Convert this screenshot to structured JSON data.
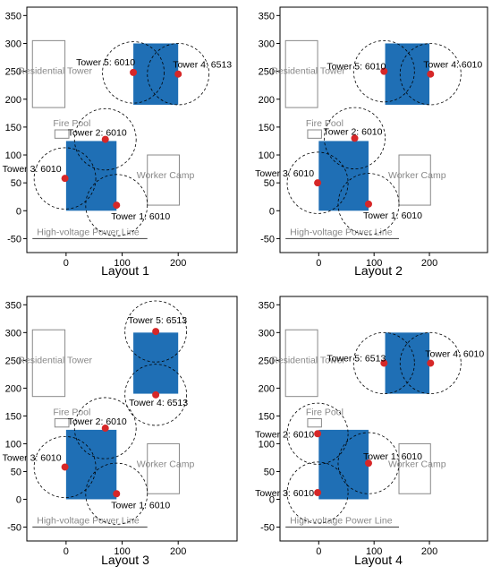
{
  "chart_data": {
    "type": "diagram",
    "x_ticks": [
      0,
      100,
      200
    ],
    "y_ticks": [
      -50,
      0,
      50,
      100,
      150,
      200,
      250,
      300,
      350
    ],
    "colors": {
      "building": "#1f6fb5",
      "tower": "#d62728",
      "coverage": "#000000",
      "feature_outline": "#888888",
      "power_line": "#555555"
    },
    "layouts": [
      {
        "title": "Layout 1",
        "buildings": [
          {
            "x": [
              0,
              90
            ],
            "y": [
              0,
              125
            ]
          },
          {
            "x": [
              120,
              200
            ],
            "y": [
              190,
              300
            ]
          }
        ],
        "towers": [
          {
            "label": "Tower 1: 6010",
            "x": 90,
            "y": 10,
            "radius": 50
          },
          {
            "label": "Tower 2: 6010",
            "x": 70,
            "y": 128,
            "radius": 50
          },
          {
            "label": "Tower 3: 6010",
            "x": -2,
            "y": 58,
            "radius": 50
          },
          {
            "label": "Tower 4: 6513",
            "x": 200,
            "y": 245,
            "radius": 50
          },
          {
            "label": "Tower 5: 6010",
            "x": 120,
            "y": 248,
            "radius": 50
          }
        ]
      },
      {
        "title": "Layout 2",
        "buildings": [
          {
            "x": [
              0,
              90
            ],
            "y": [
              0,
              125
            ]
          },
          {
            "x": [
              120,
              200
            ],
            "y": [
              190,
              300
            ]
          }
        ],
        "towers": [
          {
            "label": "Tower 1: 6010",
            "x": 90,
            "y": 12,
            "radius": 50
          },
          {
            "label": "Tower 2: 6010",
            "x": 65,
            "y": 130,
            "radius": 50
          },
          {
            "label": "Tower 3: 6010",
            "x": -2,
            "y": 50,
            "radius": 50
          },
          {
            "label": "Tower 4: 6010",
            "x": 202,
            "y": 245,
            "radius": 50
          },
          {
            "label": "Tower 5: 6010",
            "x": 118,
            "y": 250,
            "radius": 50
          }
        ]
      },
      {
        "title": "Layout 3",
        "buildings": [
          {
            "x": [
              0,
              90
            ],
            "y": [
              0,
              125
            ]
          },
          {
            "x": [
              120,
              200
            ],
            "y": [
              190,
              300
            ]
          }
        ],
        "towers": [
          {
            "label": "Tower 1: 6010",
            "x": 90,
            "y": 10,
            "radius": 50
          },
          {
            "label": "Tower 2: 6010",
            "x": 70,
            "y": 128,
            "radius": 50
          },
          {
            "label": "Tower 3: 6010",
            "x": -2,
            "y": 58,
            "radius": 50
          },
          {
            "label": "Tower 4: 6513",
            "x": 160,
            "y": 188,
            "radius": 50
          },
          {
            "label": "Tower 5: 6513",
            "x": 160,
            "y": 302,
            "radius": 50
          }
        ]
      },
      {
        "title": "Layout 4",
        "buildings": [
          {
            "x": [
              0,
              90
            ],
            "y": [
              0,
              125
            ]
          },
          {
            "x": [
              120,
              200
            ],
            "y": [
              190,
              300
            ]
          }
        ],
        "towers": [
          {
            "label": "Tower 1: 6010",
            "x": 90,
            "y": 65,
            "radius": 50
          },
          {
            "label": "Tower 2: 6010",
            "x": -2,
            "y": 118,
            "radius": 50
          },
          {
            "label": "Tower 3: 6010",
            "x": -2,
            "y": 12,
            "radius": 50
          },
          {
            "label": "Tower 4: 6010",
            "x": 202,
            "y": 245,
            "radius": 50
          },
          {
            "label": "Tower 5: 6513",
            "x": 118,
            "y": 245,
            "radius": 50
          }
        ]
      }
    ],
    "features": {
      "residential_tower": {
        "label": "Residential Tower",
        "x": [
          -60,
          -2
        ],
        "y": [
          185,
          305
        ]
      },
      "fire_pool": {
        "label": "Fire Pool",
        "x": [
          -20,
          5
        ],
        "y": [
          130,
          145
        ]
      },
      "worker_camp": {
        "label": "Worker Camp",
        "x": [
          145,
          202
        ],
        "y": [
          10,
          100
        ]
      },
      "power_line": {
        "label": "High-voltage Power Line",
        "x": [
          -60,
          145
        ],
        "y": -50
      }
    }
  }
}
